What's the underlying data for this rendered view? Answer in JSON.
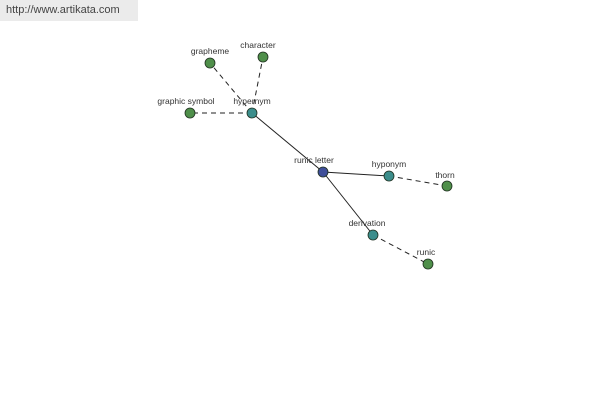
{
  "source_url": "http://www.artikata.com",
  "colors": {
    "center": "#3f4f9a",
    "relation": "#3c8e8c",
    "word": "#4f8f4a",
    "edge": "#222222"
  },
  "nodes": {
    "runic_letter": {
      "label": "runic letter",
      "kind": "center"
    },
    "hypernym": {
      "label": "hypernym",
      "kind": "relation"
    },
    "hyponym": {
      "label": "hyponym",
      "kind": "relation"
    },
    "derivation": {
      "label": "derivation",
      "kind": "relation"
    },
    "grapheme": {
      "label": "grapheme",
      "kind": "word"
    },
    "character": {
      "label": "character",
      "kind": "word"
    },
    "graphic_symbol": {
      "label": "graphic symbol",
      "kind": "word"
    },
    "thorn": {
      "label": "thorn",
      "kind": "word"
    },
    "runic": {
      "label": "runic",
      "kind": "word"
    }
  },
  "edges": [
    {
      "from": "runic_letter",
      "to": "hypernym",
      "style": "solid"
    },
    {
      "from": "runic_letter",
      "to": "hyponym",
      "style": "solid"
    },
    {
      "from": "runic_letter",
      "to": "derivation",
      "style": "solid"
    },
    {
      "from": "hypernym",
      "to": "grapheme",
      "style": "dashed"
    },
    {
      "from": "hypernym",
      "to": "character",
      "style": "dashed"
    },
    {
      "from": "hypernym",
      "to": "graphic_symbol",
      "style": "dashed"
    },
    {
      "from": "hyponym",
      "to": "thorn",
      "style": "dashed"
    },
    {
      "from": "derivation",
      "to": "runic",
      "style": "dashed"
    }
  ]
}
